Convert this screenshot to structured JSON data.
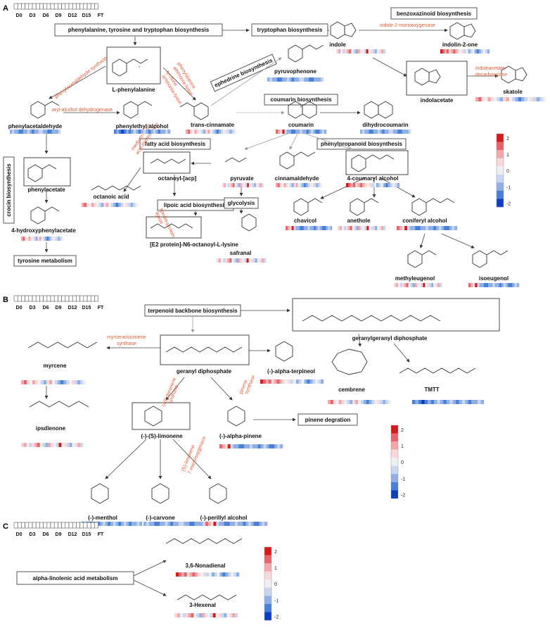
{
  "panels": [
    "A",
    "B",
    "C"
  ],
  "timeline_labels": [
    "D0",
    "D3",
    "D6",
    "D9",
    "D12",
    "D15",
    "FT"
  ],
  "scale_ticks": [
    "2",
    "1",
    "0",
    "-1",
    "-2"
  ],
  "scale_colors": [
    "#d7191c",
    "#e8636a",
    "#f2a7ab",
    "#f7d9dc",
    "#eef0f6",
    "#c9d6ef",
    "#8fb0e6",
    "#4a7fd6",
    "#0c3fbf"
  ],
  "panel_a": {
    "boxes": {
      "phe_tyr_trp": "phenylalanine, tyrosine and tryptophan biosynthesis",
      "trp": "tryptophan biosynthesis",
      "benzox": "benzoxazinoid biosynthesis",
      "ephedrine": "ephedrine biosynthesis",
      "coumarin_bio": "coumarin biosynthesis",
      "fatty_acid": "fatty acid biosynthesis",
      "phenylpropanoid": "phenylpropanoid biosynthesis",
      "lipoic": "lipoic acid biosynthesis",
      "glycolysis": "glycolysis",
      "crocin": "crocin biosynthesis",
      "tyrosine_met": "tyrosine metabolism"
    },
    "compounds": {
      "indole": "indole",
      "indolin": "indolin-2-one",
      "skatole": "skatole",
      "indolacetate": "indolacetate",
      "pyruvophenone": "pyruvophenone",
      "l_phe": "L-phenylalanine",
      "phenylacetaldehyde": "phenylacetaldehyde",
      "phenylethyl": "phenylethyl alcohol",
      "trans_cinnamate": "trans-cinnamate",
      "coumarin": "coumarin",
      "dihydrocoumarin": "dihydrocoumarin",
      "phenylacetate": "phenylacetate",
      "octanoyl": "octanoyl-[acp]",
      "pyruvate": "pyruvate",
      "cinnamaldehyde": "cinnamaldehyde",
      "coumaryl": "4-coumaryl alcohol",
      "octanoic": "octanoic acid",
      "hydroxyphenylacetate": "4-hydroxyphenylacetate",
      "e2": "[E2 protein]-N6-octanoyl-L-lysine",
      "safranal": "safranal",
      "chavicol": "chavicol",
      "anethole": "anethole",
      "coniferyl": "coniferyl alcohol",
      "methyleugenol": "methyleugenol",
      "isoeugenol": "isoeugenol"
    },
    "enzymes": {
      "ind_mono": "indole-2-monooxygenase",
      "ind_decarb": [
        "indoleacetate",
        "decarboxylase"
      ],
      "phenacet_syn": "phenylacetaldehyde synthase",
      "aryl_dh": "aryl-alcohol dehydrogenase",
      "pal": [
        "phenylalanine",
        "ammonia-lyase"
      ],
      "tal": [
        "tyrosine",
        "ammonia-lyase"
      ],
      "mcad": [
        "medium-chain",
        "acyl-thioesterase"
      ],
      "lpl": [
        "lipoate-protein",
        "ligase"
      ]
    }
  },
  "panel_b": {
    "boxes": {
      "terpenoid": "terpenoid backbone biosynthesis",
      "pinene_deg": "pinene degration"
    },
    "compounds": {
      "ggpp": "geranylgeranyl diphosphate",
      "myrcene": "myrcene",
      "gpp": "geranyl diphosphate",
      "terpineol": "(-)-alpha-terpineol",
      "cembrene": "cembrene",
      "tmtt": "TMTT",
      "ipsdienone": "ipsdienone",
      "limonene": "(-)-(S)-limonene",
      "pinene": "(-)-alpha-pinene",
      "menthol": "(-)-menthol",
      "carvone": "(-)-carvone",
      "perillyl": "(-)-perillyl alcohol"
    },
    "enzymes": {
      "myrc_syn": [
        "myrcene/ocimene",
        "synthase"
      ],
      "lim_syn": [
        "(4S)-limonene",
        "synthase"
      ],
      "pin_syn": [
        "pinene",
        "synthase"
      ],
      "lim_mono": [
        "(S)-limonene",
        "7-monooxygenase"
      ]
    }
  },
  "panel_c": {
    "boxes": {
      "linolenic": "alpha-linolenic acid metabolism"
    },
    "compounds": {
      "nonadienal": "3,6-Nonadienal",
      "hexenal": "3-Hexenal"
    }
  }
}
